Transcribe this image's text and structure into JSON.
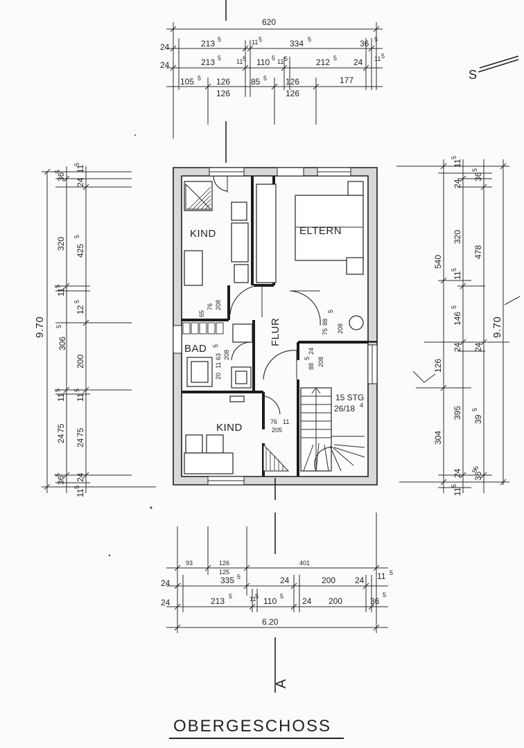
{
  "drawing": {
    "title": "OBERGESCHOSS",
    "section_mark": "A",
    "north_mark": "S"
  },
  "rooms": {
    "kind_top": "KIND",
    "eltern": "ELTERN",
    "flur": "FLUR",
    "bad": "BAD",
    "kind_bottom": "KIND",
    "stair_count": "15 STG",
    "stair_ratio": "26/18",
    "stair_ratio_sup": "4"
  },
  "dims_top": {
    "row1": [
      "620"
    ],
    "row2": [
      "24",
      "213",
      "5",
      "11",
      "5",
      "334",
      "5",
      "36",
      "5"
    ],
    "row3": [
      "24",
      "213",
      "5",
      "11",
      "5",
      "110",
      "5",
      "11",
      "5",
      "212",
      "5",
      "24",
      "11",
      "5"
    ],
    "row4": [
      "105",
      "5",
      "126",
      "85",
      "5",
      "126",
      "177"
    ],
    "row5": [
      "126",
      "126"
    ]
  },
  "dims_bottom": {
    "row1": [
      "93",
      "126",
      "401"
    ],
    "row2": [
      "24",
      "125",
      "335",
      "5",
      "24",
      "200",
      "24",
      "11",
      "5"
    ],
    "row3": [
      "24",
      "213",
      "5",
      "11",
      "5",
      "110",
      "5",
      "24",
      "200",
      "36",
      "5"
    ],
    "row4": [
      "6.20"
    ]
  },
  "dims_left": {
    "outer": "9.70",
    "mid": "306",
    "mid_sup": "5",
    "inner": [
      "36",
      "5",
      "24",
      "11",
      "5",
      "320",
      "425",
      "5",
      "11",
      "5",
      "12",
      "5",
      "200",
      "11",
      "5",
      "11",
      "5",
      "24",
      "75",
      "24",
      "75",
      "36",
      "5",
      "24",
      "11",
      "5"
    ]
  },
  "dims_right": {
    "outer": "9.70",
    "mid": [
      "540",
      "11",
      "5",
      "304"
    ],
    "inner": [
      "11",
      "5",
      "36",
      "5",
      "24",
      "320",
      "478",
      "146",
      "5",
      "24",
      "24",
      "126",
      "395",
      "39",
      "5",
      "24",
      "5",
      "36",
      "5",
      "11",
      "5"
    ]
  },
  "door_dims": {
    "d1": [
      "65",
      "76",
      "208"
    ],
    "d2": [
      "75",
      "88",
      "5",
      "208"
    ],
    "d3": [
      "20",
      "11",
      "63",
      "5",
      "208"
    ],
    "d4": [
      "88",
      "5",
      "24",
      "208"
    ],
    "d5": [
      "76",
      "11",
      "205"
    ]
  }
}
